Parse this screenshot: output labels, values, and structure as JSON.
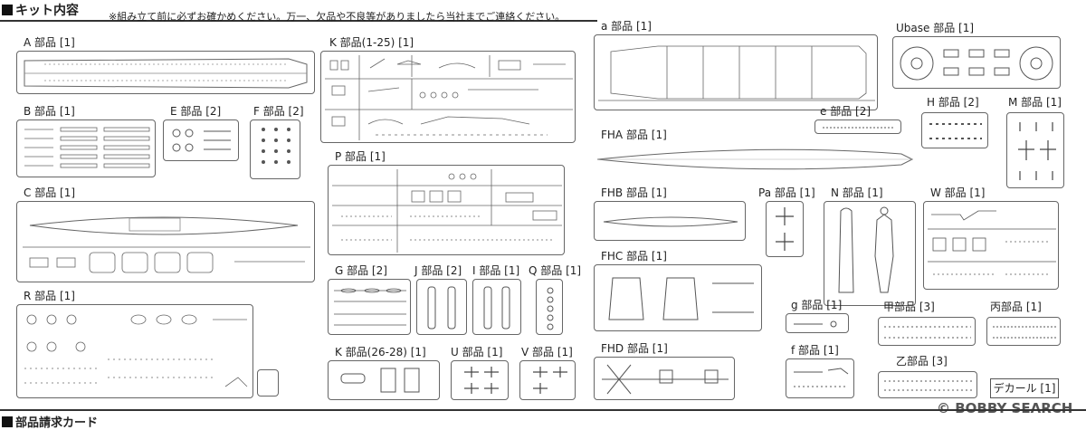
{
  "header": {
    "title": "キット内容",
    "note": "※組み立て前に必ずお確かめください。万一、欠品や不良等がありましたら当社までご連絡ください。"
  },
  "parts": {
    "A": "A 部品 [1]",
    "B": "B 部品 [1]",
    "E": "E 部品 [2]",
    "F": "F 部品 [2]",
    "C": "C 部品 [1]",
    "R": "R 部品 [1]",
    "K1": "K 部品(1-25) [1]",
    "P": "P 部品 [1]",
    "G": "G 部品 [2]",
    "J": "J 部品 [2]",
    "I": "I 部品 [1]",
    "Q": "Q 部品 [1]",
    "K2": "K 部品(26-28) [1]",
    "U": "U 部品 [1]",
    "V": "V 部品 [1]",
    "a": "a 部品 [1]",
    "Ubase": "Ubase 部品 [1]",
    "e": "e 部品 [2]",
    "H": "H 部品 [2]",
    "M": "M 部品 [1]",
    "FHA": "FHA 部品 [1]",
    "FHB": "FHB 部品 [1]",
    "Pa": "Pa 部品 [1]",
    "N": "N 部品 [1]",
    "W": "W 部品 [1]",
    "FHC": "FHC 部品 [1]",
    "g": "g 部品 [1]",
    "ko": "甲部品 [3]",
    "hei": "丙部品 [1]",
    "f": "f 部品 [1]",
    "FHD": "FHD 部品 [1]",
    "otsu": "乙部品 [3]"
  },
  "decal": "デカール [1]",
  "footer": "部品請求カード",
  "watermark": "© BOBBY SEARCH"
}
